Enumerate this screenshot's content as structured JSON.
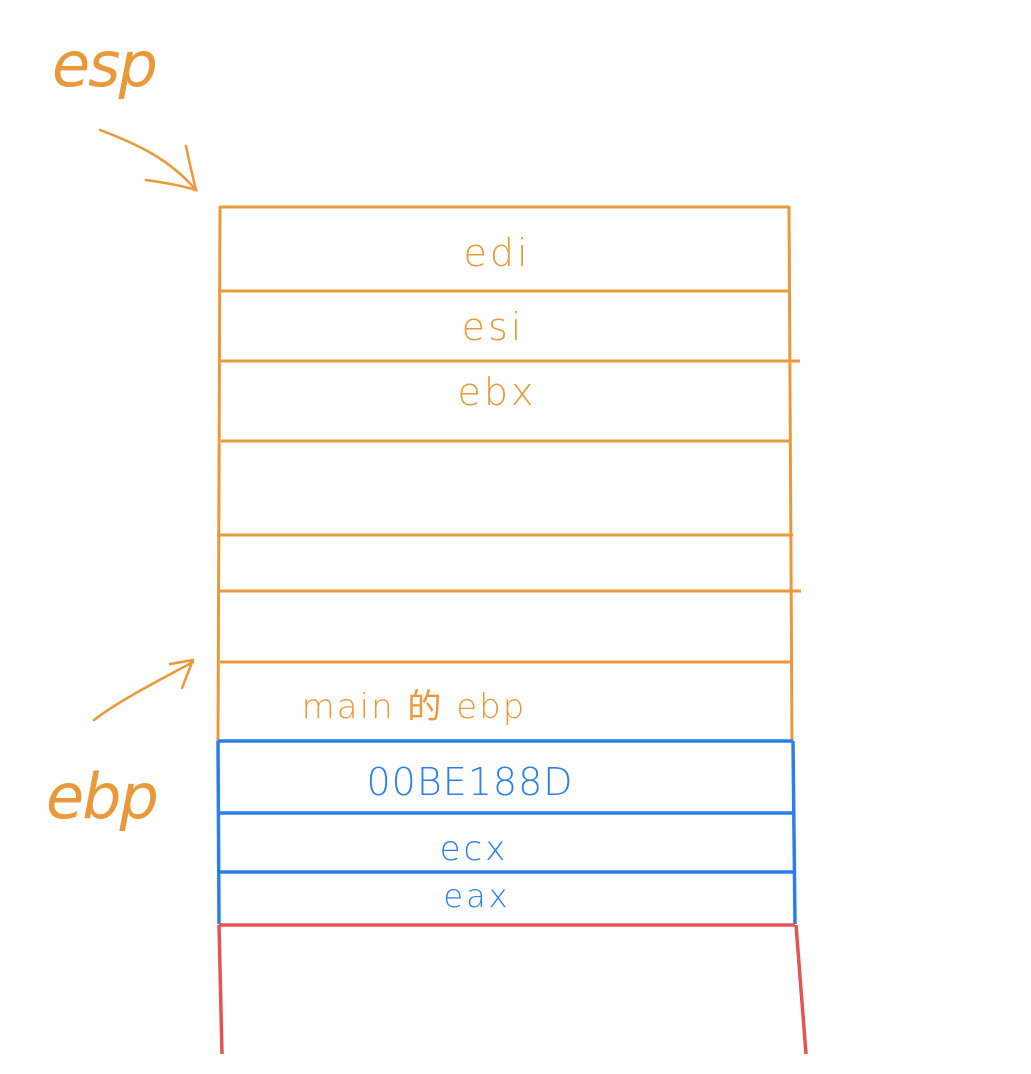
{
  "colors": {
    "frame": "#e9993a",
    "caller_frame": "#2c7fe6",
    "boundary": "#e55353",
    "background": "#ffffff"
  },
  "pointers": {
    "esp": "esp",
    "ebp": "ebp"
  },
  "slots": [
    {
      "label": "edi",
      "color": "frame"
    },
    {
      "label": "esi",
      "color": "frame"
    },
    {
      "label": "ebx",
      "color": "frame"
    },
    {
      "label": "",
      "color": "frame"
    },
    {
      "label": "",
      "color": "frame"
    },
    {
      "label": "",
      "color": "frame"
    },
    {
      "label": "main 的 ebp",
      "color": "frame"
    },
    {
      "label": "00BE188D",
      "color": "caller_frame"
    },
    {
      "label": "ecx",
      "color": "caller_frame"
    },
    {
      "label": "eax",
      "color": "caller_frame"
    }
  ]
}
